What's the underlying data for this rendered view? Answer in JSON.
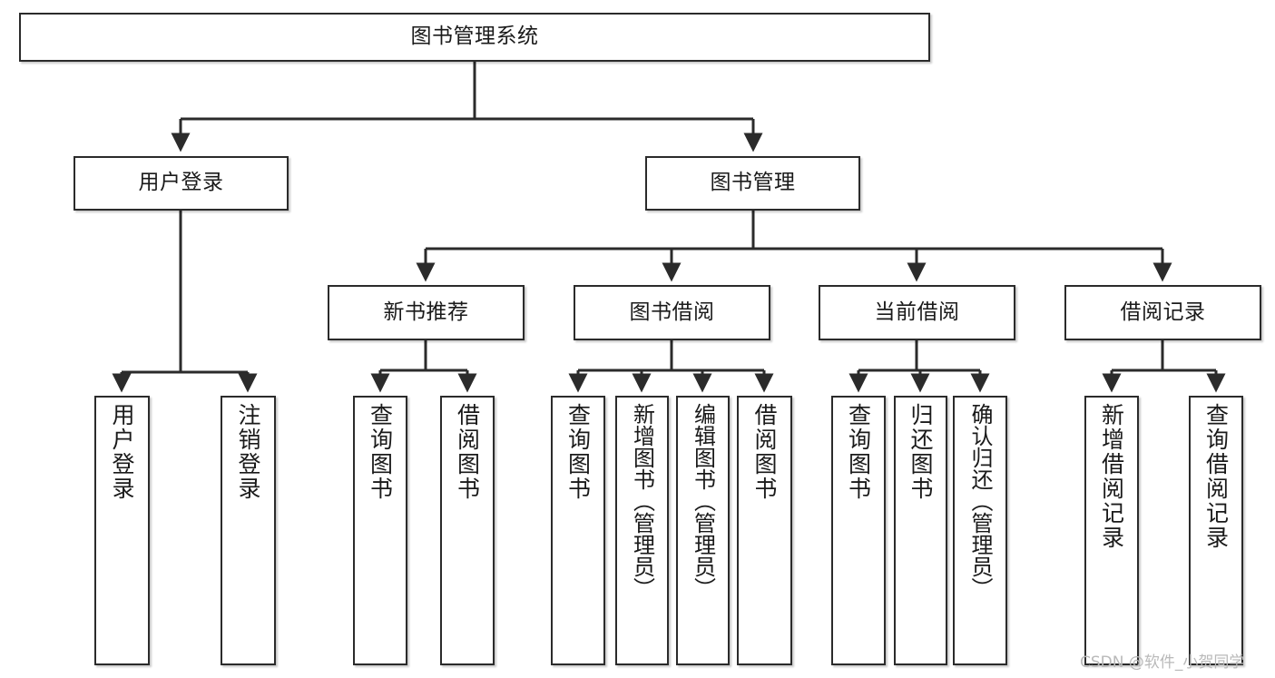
{
  "diagram": {
    "title": "图书管理系统",
    "type": "tree-hierarchy-diagram",
    "style": {
      "box_border_color": "#2b2b2b",
      "box_fill_color": "#ffffff",
      "edge_color": "#2b2b2b",
      "background_color": "#ffffff",
      "watermark_color": "#b9b9b9"
    },
    "nodes": {
      "root": {
        "label": "图书管理系统"
      },
      "level2": [
        {
          "id": "user-login",
          "label": "用户登录"
        },
        {
          "id": "book-manage",
          "label": "图书管理"
        }
      ],
      "level3": [
        {
          "id": "new-book-recommend",
          "label": "新书推荐"
        },
        {
          "id": "book-borrow",
          "label": "图书借阅"
        },
        {
          "id": "current-borrow",
          "label": "当前借阅"
        },
        {
          "id": "borrow-record",
          "label": "借阅记录"
        }
      ],
      "leaves": {
        "user-login": [
          {
            "id": "leaf-user-login",
            "label": "用户登录"
          },
          {
            "id": "leaf-logout-login",
            "label": "注销登录"
          }
        ],
        "new-book-recommend": [
          {
            "id": "leaf-query-book-1",
            "label": "查询图书"
          },
          {
            "id": "leaf-borrow-book-1",
            "label": "借阅图书"
          }
        ],
        "book-borrow": [
          {
            "id": "leaf-query-book-2",
            "label": "查询图书"
          },
          {
            "id": "leaf-add-book-admin",
            "label": "新增图书（管理员）"
          },
          {
            "id": "leaf-edit-book-admin",
            "label": "编辑图书（管理员）"
          },
          {
            "id": "leaf-borrow-book-2",
            "label": "借阅图书"
          }
        ],
        "current-borrow": [
          {
            "id": "leaf-query-book-3",
            "label": "查询图书"
          },
          {
            "id": "leaf-return-book",
            "label": "归还图书"
          },
          {
            "id": "leaf-confirm-return-admin",
            "label": "确认归还（管理员）"
          }
        ],
        "borrow-record": [
          {
            "id": "leaf-add-borrow-record",
            "label": "新增借阅记录"
          },
          {
            "id": "leaf-query-borrow-record",
            "label": "查询借阅记录"
          }
        ]
      }
    },
    "watermark": "CSDN @软件_小贺同学"
  }
}
